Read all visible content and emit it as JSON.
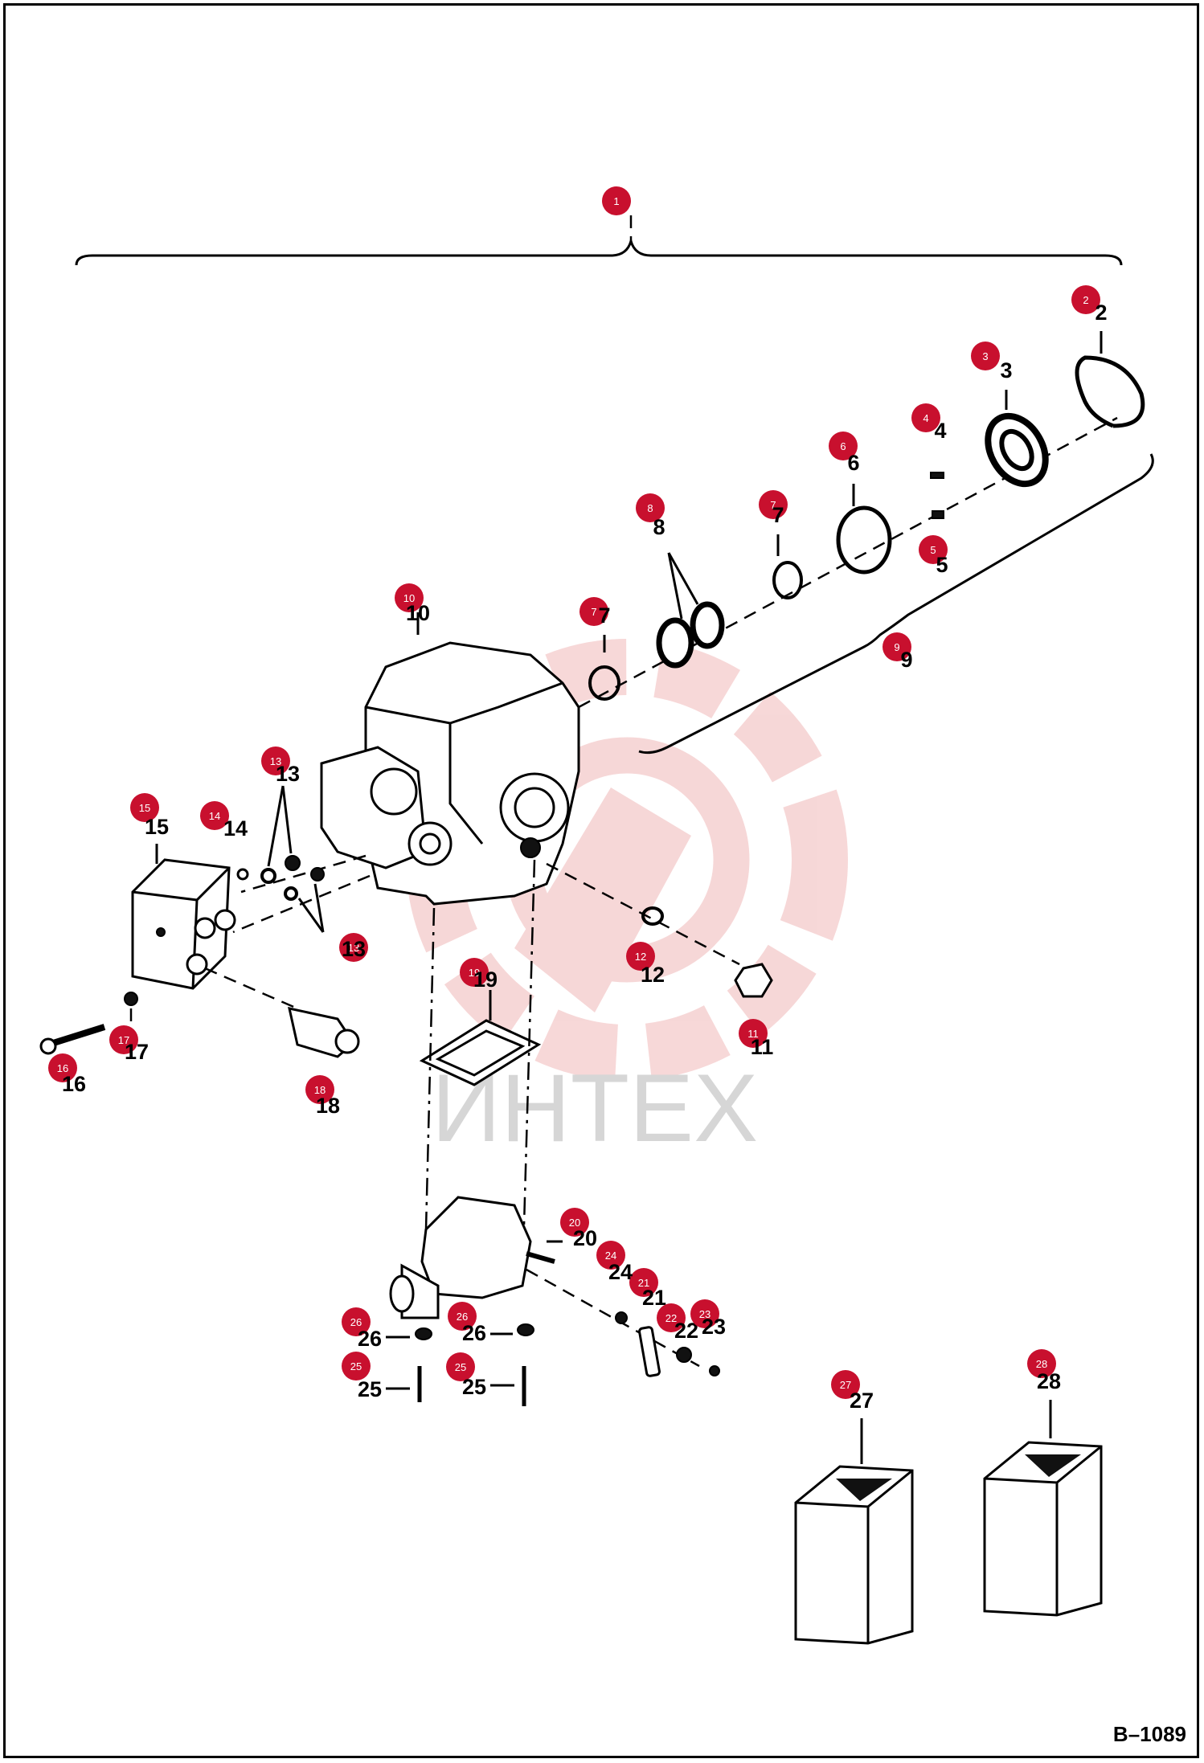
{
  "drawing_id": "B–1089",
  "watermark": {
    "text": "ИНТЕХ",
    "logo_color": "#f0b8b8",
    "text_color": "#d6d6d6"
  },
  "marker_color": "#c8102e",
  "callouts": [
    {
      "id": "1",
      "label": ""
    },
    {
      "id": "2",
      "label": "2"
    },
    {
      "id": "3",
      "label": "3"
    },
    {
      "id": "4",
      "label": "4"
    },
    {
      "id": "5",
      "label": "5"
    },
    {
      "id": "6",
      "label": "6"
    },
    {
      "id": "7",
      "label": "7"
    },
    {
      "id": "7",
      "label": "7"
    },
    {
      "id": "8",
      "label": "8"
    },
    {
      "id": "9",
      "label": "9"
    },
    {
      "id": "10",
      "label": "10"
    },
    {
      "id": "11",
      "label": "11"
    },
    {
      "id": "12",
      "label": "12"
    },
    {
      "id": "13",
      "label": "13"
    },
    {
      "id": "13",
      "label": "13"
    },
    {
      "id": "14",
      "label": "14"
    },
    {
      "id": "15",
      "label": "15"
    },
    {
      "id": "16",
      "label": "16"
    },
    {
      "id": "17",
      "label": "17"
    },
    {
      "id": "18",
      "label": "18"
    },
    {
      "id": "19",
      "label": "19"
    },
    {
      "id": "20",
      "label": "20"
    },
    {
      "id": "21",
      "label": "21"
    },
    {
      "id": "22",
      "label": "22"
    },
    {
      "id": "23",
      "label": "23"
    },
    {
      "id": "24",
      "label": "24"
    },
    {
      "id": "25",
      "label": "25"
    },
    {
      "id": "25",
      "label": "25"
    },
    {
      "id": "26",
      "label": "26"
    },
    {
      "id": "26",
      "label": "26"
    },
    {
      "id": "27",
      "label": "27"
    },
    {
      "id": "28",
      "label": "28"
    }
  ]
}
